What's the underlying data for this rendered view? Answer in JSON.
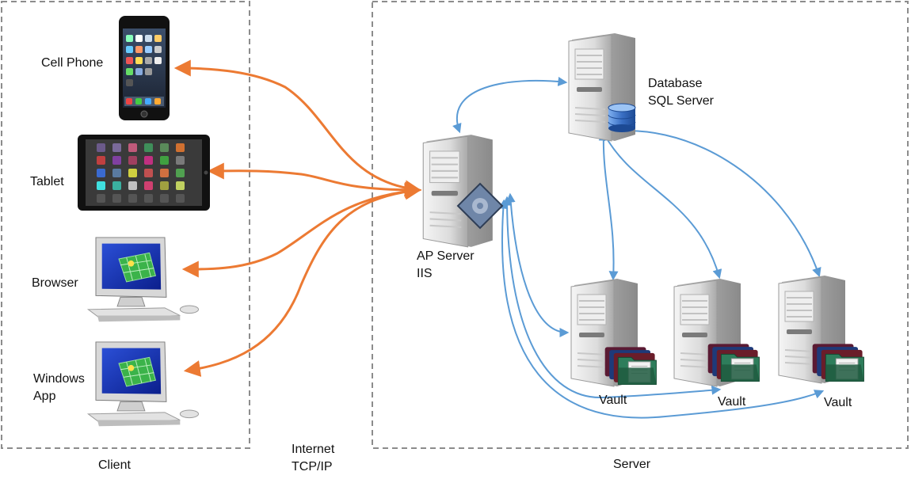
{
  "client": {
    "group_label": "Client",
    "devices": [
      {
        "kind": "cell-phone",
        "label_lines": [
          "Cell Phone"
        ],
        "icon": "smartphone-icon"
      },
      {
        "kind": "tablet",
        "label_lines": [
          "Tablet"
        ],
        "icon": "tablet-icon"
      },
      {
        "kind": "browser",
        "label_lines": [
          "Browser"
        ],
        "icon": "desktop-monitor-icon"
      },
      {
        "kind": "windows-app",
        "label_lines": [
          "Windows",
          "App"
        ],
        "icon": "desktop-monitor-icon"
      }
    ]
  },
  "network": {
    "label_lines": [
      "Internet",
      "TCP/IP"
    ]
  },
  "server": {
    "group_label": "Server",
    "ap_server": {
      "label_lines": [
        "AP Server",
        "IIS"
      ],
      "icon": "server-tower-icon"
    },
    "database": {
      "label_lines": [
        "Database",
        "SQL Server"
      ],
      "icon": "database-icon"
    },
    "vaults": [
      {
        "label": "Vault",
        "icon": "folder-stack-icon"
      },
      {
        "label": "Vault",
        "icon": "folder-stack-icon"
      },
      {
        "label": "Vault",
        "icon": "folder-stack-icon"
      }
    ]
  },
  "colors": {
    "client_connection": "#ec7a33",
    "server_connection": "#5b9bd5",
    "dashed_border": "#8c8c8c",
    "server_body": "#d9d9d9",
    "monitor_screen": "#1f3fbf",
    "vault_folder": "#2e7d5b",
    "database_disk": "#3a6fc4"
  }
}
